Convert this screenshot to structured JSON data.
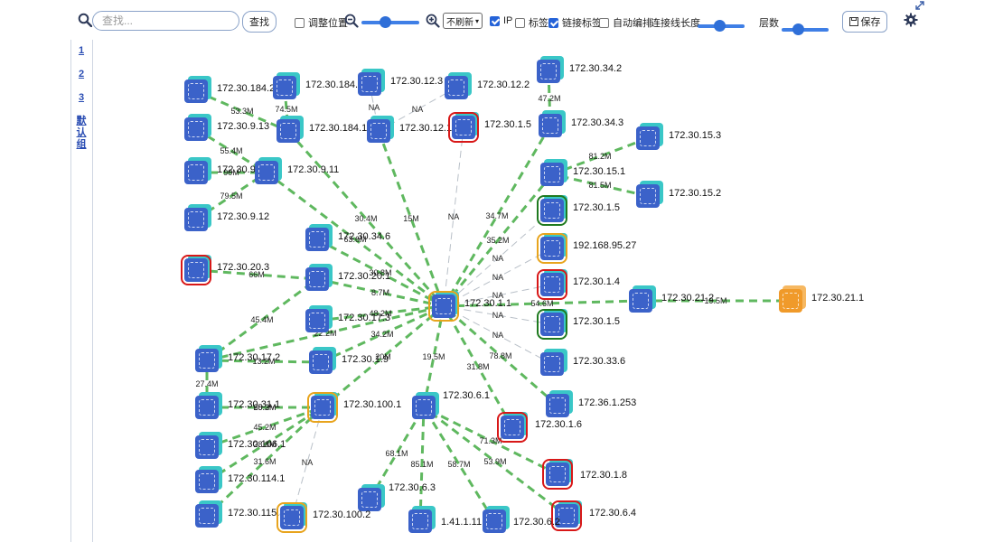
{
  "toolbar": {
    "search_placeholder": "查找...",
    "search_button": "查找",
    "adjust_position": "调整位置",
    "refresh_option": "不刷新",
    "ip_label": "IP",
    "tag_label": "标签",
    "link_tag_label": "链接标签",
    "auto_layout_label": "自动编排",
    "link_length_label": "连接线长度",
    "layers_label": "层数",
    "save_button": "保存",
    "checks": {
      "adjust_position": false,
      "ip": true,
      "tag": false,
      "link_tag": true,
      "auto_layout": false
    }
  },
  "groups": [
    "1",
    "2",
    "3",
    "默认组"
  ],
  "colors": {
    "accent": "#2563d8",
    "edge": "#5fb85f",
    "edge_thin": "#b9c0c8",
    "node_body": "#3b62c9",
    "node_shadow": "#3ac7c7",
    "red": "#d81818",
    "green": "#1f7a1f",
    "orange": "#e8a41d"
  },
  "nodes": [
    {
      "id": "n_hub",
      "label": "172.30.1.1",
      "style": "orange",
      "icon": "core-switch-icon"
    },
    {
      "id": "n1842",
      "label": "172.30.184.2",
      "style": "plain",
      "icon": "switch-icon"
    },
    {
      "id": "n1843",
      "label": "172.30.184.3",
      "style": "plain",
      "icon": "switch-icon"
    },
    {
      "id": "n1841",
      "label": "172.30.184.1",
      "style": "plain",
      "icon": "switch-icon"
    },
    {
      "id": "n9013",
      "label": "172.30.9.13",
      "style": "plain",
      "icon": "switch-icon"
    },
    {
      "id": "n9014",
      "label": "172.30.9.14",
      "style": "plain",
      "icon": "switch-icon"
    },
    {
      "id": "n9011",
      "label": "172.30.9.11",
      "style": "plain",
      "icon": "switch-icon"
    },
    {
      "id": "n9012",
      "label": "172.30.9.12",
      "style": "plain",
      "icon": "switch-icon"
    },
    {
      "id": "n123",
      "label": "172.30.12.3",
      "style": "plain",
      "icon": "switch-icon"
    },
    {
      "id": "n122",
      "label": "172.30.12.2",
      "style": "plain",
      "icon": "switch-icon"
    },
    {
      "id": "n121",
      "label": "172.30.12.1",
      "style": "plain",
      "icon": "switch-icon"
    },
    {
      "id": "n15a",
      "label": "172.30.1.5",
      "style": "red",
      "icon": "switch-icon"
    },
    {
      "id": "n342",
      "label": "172.30.34.2",
      "style": "plain",
      "icon": "switch-icon"
    },
    {
      "id": "n343",
      "label": "172.30.34.3",
      "style": "plain",
      "icon": "switch-icon"
    },
    {
      "id": "n153",
      "label": "172.30.15.3",
      "style": "plain",
      "icon": "switch-icon"
    },
    {
      "id": "n151",
      "label": "172.30.15.1",
      "style": "plain",
      "icon": "switch-icon"
    },
    {
      "id": "n152",
      "label": "172.30.15.2",
      "style": "plain",
      "icon": "switch-icon"
    },
    {
      "id": "n15b",
      "label": "172.30.1.5",
      "style": "green",
      "icon": "server-icon"
    },
    {
      "id": "n19227",
      "label": "192.168.95.27",
      "style": "orange",
      "icon": "switch-icon"
    },
    {
      "id": "n14",
      "label": "172.30.1.4",
      "style": "red",
      "icon": "switch-icon"
    },
    {
      "id": "n15c",
      "label": "172.30.1.5",
      "style": "green",
      "icon": "switch-icon"
    },
    {
      "id": "n212",
      "label": "172.30.21.2",
      "style": "plain",
      "icon": "router-icon"
    },
    {
      "id": "n211",
      "label": "172.30.21.1",
      "style": "firewall",
      "icon": "firewall-icon"
    },
    {
      "id": "n336",
      "label": "172.30.33.6",
      "style": "plain",
      "icon": "switch-icon"
    },
    {
      "id": "n361253",
      "label": "172.36.1.253",
      "style": "plain",
      "icon": "server-icon"
    },
    {
      "id": "n16",
      "label": "172.30.1.6",
      "style": "red",
      "icon": "switch-icon"
    },
    {
      "id": "n18",
      "label": "172.30.1.8",
      "style": "red",
      "icon": "switch-icon"
    },
    {
      "id": "n64",
      "label": "172.30.6.4",
      "style": "red",
      "icon": "switch-icon"
    },
    {
      "id": "n62",
      "label": "172.30.6.2",
      "style": "plain",
      "icon": "switch-icon"
    },
    {
      "id": "n1111",
      "label": "1.41.1.11",
      "style": "plain",
      "icon": "server-icon"
    },
    {
      "id": "n63",
      "label": "172.30.6.3",
      "style": "plain",
      "icon": "switch-icon"
    },
    {
      "id": "n61",
      "label": "172.30.6.1",
      "style": "plain",
      "icon": "switch-icon"
    },
    {
      "id": "n346",
      "label": "172.30.34.6",
      "style": "plain",
      "icon": "switch-icon"
    },
    {
      "id": "n203",
      "label": "172.30.20.3",
      "style": "red",
      "icon": "switch-icon"
    },
    {
      "id": "n201",
      "label": "172.30.20.1",
      "style": "plain",
      "icon": "switch-icon"
    },
    {
      "id": "n173",
      "label": "172.30.17.3",
      "style": "plain",
      "icon": "hub-icon"
    },
    {
      "id": "n19",
      "label": "172.30.1.9",
      "style": "plain",
      "icon": "switch-icon"
    },
    {
      "id": "n17x",
      "label": "172.30.17.2",
      "style": "plain",
      "icon": "switch-icon"
    },
    {
      "id": "n1001",
      "label": "172.30.100.1",
      "style": "orange",
      "icon": "switch-icon"
    },
    {
      "id": "n31x",
      "label": "172.30.31.1",
      "style": "plain",
      "icon": "switch-icon"
    },
    {
      "id": "n1061",
      "label": "172.30.106.1",
      "style": "plain",
      "icon": "switch-icon"
    },
    {
      "id": "n1141",
      "label": "172.30.114.1",
      "style": "plain",
      "icon": "switch-icon"
    },
    {
      "id": "n1153",
      "label": "172.30.115.3",
      "style": "plain",
      "icon": "switch-icon"
    },
    {
      "id": "n1002",
      "label": "172.30.100.2",
      "style": "orange",
      "icon": "switch-icon"
    }
  ],
  "edges": [
    {
      "a": "n1842",
      "b": "n1841",
      "label": "53.3M",
      "w": "thick"
    },
    {
      "a": "n1843",
      "b": "n1841",
      "label": "74.5M",
      "w": "thick"
    },
    {
      "a": "n1841",
      "b": "n_hub",
      "label": "30.4M",
      "w": "thick"
    },
    {
      "a": "n9013",
      "b": "n9011",
      "label": "55.4M",
      "w": "thick"
    },
    {
      "a": "n9014",
      "b": "n9011",
      "label": "90M",
      "w": "thick"
    },
    {
      "a": "n9012",
      "b": "n9011",
      "label": "79.5M",
      "w": "thick"
    },
    {
      "a": "n9011",
      "b": "n_hub",
      "label": "63.6M",
      "w": "thick"
    },
    {
      "a": "n123",
      "b": "n121",
      "label": "NA",
      "w": "thin"
    },
    {
      "a": "n122",
      "b": "n121",
      "label": "NA",
      "w": "thin"
    },
    {
      "a": "n121",
      "b": "n_hub",
      "label": "15M",
      "w": "thick"
    },
    {
      "a": "n15a",
      "b": "n_hub",
      "label": "NA",
      "w": "thin"
    },
    {
      "a": "n342",
      "b": "n343",
      "label": "47.2M",
      "w": "thick"
    },
    {
      "a": "n343",
      "b": "n_hub",
      "label": "34.7M",
      "w": "thick"
    },
    {
      "a": "n153",
      "b": "n151",
      "label": "81.2M",
      "w": "thick"
    },
    {
      "a": "n152",
      "b": "n151",
      "label": "81.5M",
      "w": "thick"
    },
    {
      "a": "n151",
      "b": "n_hub",
      "label": "35.2M",
      "w": "thick"
    },
    {
      "a": "n15b",
      "b": "n_hub",
      "label": "NA",
      "w": "thin"
    },
    {
      "a": "n19227",
      "b": "n_hub",
      "label": "NA",
      "w": "thin"
    },
    {
      "a": "n14",
      "b": "n_hub",
      "label": "NA",
      "w": "thin"
    },
    {
      "a": "n15c",
      "b": "n_hub",
      "label": "NA",
      "w": "thin"
    },
    {
      "a": "n212",
      "b": "n_hub",
      "label": "54.6M",
      "w": "thick"
    },
    {
      "a": "n212",
      "b": "n211",
      "label": "19.5M",
      "w": "thick"
    },
    {
      "a": "n336",
      "b": "n_hub",
      "label": "NA",
      "w": "thin"
    },
    {
      "a": "n361253",
      "b": "n_hub",
      "label": "78.8M",
      "w": "thick"
    },
    {
      "a": "n16",
      "b": "n_hub",
      "label": "31.8M",
      "w": "thick"
    },
    {
      "a": "n18",
      "b": "n61",
      "label": "71.3M",
      "w": "thick"
    },
    {
      "a": "n64",
      "b": "n61",
      "label": "53.9M",
      "w": "thick"
    },
    {
      "a": "n62",
      "b": "n61",
      "label": "58.7M",
      "w": "thick"
    },
    {
      "a": "n1111",
      "b": "n61",
      "label": "85.1M",
      "w": "thick"
    },
    {
      "a": "n63",
      "b": "n61",
      "label": "68.1M",
      "w": "thick"
    },
    {
      "a": "n61",
      "b": "n_hub",
      "label": "19.5M",
      "w": "thick"
    },
    {
      "a": "n346",
      "b": "n_hub",
      "label": "30.8M",
      "w": "thick"
    },
    {
      "a": "n203",
      "b": "n201",
      "label": "66M",
      "w": "thick"
    },
    {
      "a": "n201",
      "b": "n_hub",
      "label": "8.7M",
      "w": "thick"
    },
    {
      "a": "n173",
      "b": "n_hub",
      "label": "48.2M",
      "w": "thick"
    },
    {
      "a": "n19",
      "b": "n_hub",
      "label": "34.2M",
      "w": "thick"
    },
    {
      "a": "n17x",
      "b": "n_hub",
      "label": "22.2M",
      "w": "thick"
    },
    {
      "a": "n17x",
      "b": "n201",
      "label": "45.4M",
      "w": "thick"
    },
    {
      "a": "n17x",
      "b": "n19",
      "label": "13.2M",
      "w": "thick"
    },
    {
      "a": "n1001",
      "b": "n_hub",
      "label": "20M",
      "w": "thick"
    },
    {
      "a": "n31x",
      "b": "n1001",
      "label": "20.3M",
      "w": "thick"
    },
    {
      "a": "n31x",
      "b": "n17x",
      "label": "27.4M",
      "w": "thick"
    },
    {
      "a": "n1061",
      "b": "n1001",
      "label": "45.2M",
      "w": "thick"
    },
    {
      "a": "n1141",
      "b": "n1001",
      "label": "28.8M",
      "w": "thick"
    },
    {
      "a": "n1153",
      "b": "n1001",
      "label": "31.6M",
      "w": "thick"
    },
    {
      "a": "n1002",
      "b": "n1001",
      "label": "NA",
      "w": "thin"
    },
    {
      "a": "n31x",
      "b": "n1001",
      "label": "65.2M",
      "w": "thick"
    }
  ]
}
